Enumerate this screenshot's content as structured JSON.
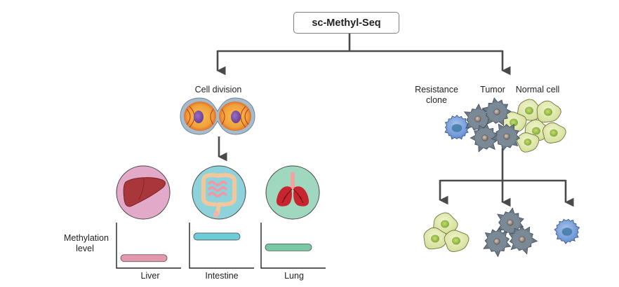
{
  "title": "sc-Methyl-Seq",
  "left_branch": {
    "label": "Cell division",
    "organs": [
      {
        "name": "Liver",
        "circle_color": "#e2aac8",
        "bar_color": "#e299ad",
        "methylation_level": 0.18
      },
      {
        "name": "Intestine",
        "circle_color": "#8ed3dc",
        "bar_color": "#6ecbd8",
        "methylation_level": 0.72
      },
      {
        "name": "Lung",
        "circle_color": "#9fd8bf",
        "bar_color": "#79c7a3",
        "methylation_level": 0.45
      }
    ],
    "y_axis_label_line1": "Methylation",
    "y_axis_label_line2": "level"
  },
  "right_branch": {
    "labels": {
      "resistance_line1": "Resistance",
      "resistance_line2": "clone",
      "tumor": "Tumor",
      "normal": "Normal cell"
    },
    "outcomes": [
      "Normal cell",
      "Tumor",
      "Resistance clone"
    ]
  },
  "colors": {
    "title_fill": "#e8b0b0",
    "connector": "#4a4a4a",
    "tumor_cell": "#6b7a88",
    "normal_cell": "#dde6a6",
    "resistance_cell": "#6f9ad6"
  }
}
